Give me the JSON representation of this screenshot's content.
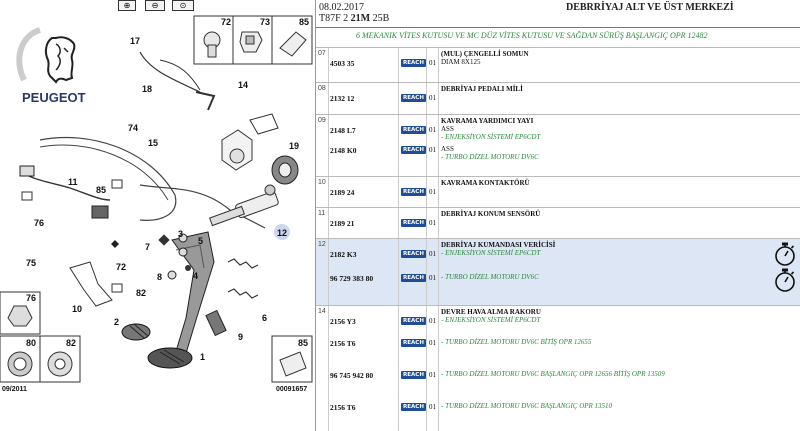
{
  "toolbar": {
    "buttons": [
      {
        "name": "zoom-in-button",
        "icon": "zoom-in-icon",
        "glyph": "⊕"
      },
      {
        "name": "zoom-out-button",
        "icon": "zoom-out-icon",
        "glyph": "⊖"
      },
      {
        "name": "zoom-fit-button",
        "icon": "zoom-fit-icon",
        "glyph": "⊙"
      }
    ]
  },
  "diagram": {
    "brand": "PEUGEOT",
    "date_code": "09/2011",
    "doc_code": "00091657",
    "callouts": [
      "17",
      "18",
      "14",
      "74",
      "15",
      "19",
      "11",
      "85",
      "76",
      "12",
      "7",
      "3",
      "5",
      "75",
      "72",
      "8",
      "4",
      "82",
      "10",
      "6",
      "2",
      "9",
      "1"
    ],
    "insets": [
      "72",
      "73",
      "85",
      "76",
      "80",
      "82",
      "85"
    ]
  },
  "header": {
    "date": "08.02.2017",
    "code_prefix": "T87F 2",
    "code_bold": "21M",
    "code_suffix": "25B",
    "title": "DEBRRİYAJ ALT VE ÜST MERKEZİ",
    "subtitle": "6 MEKANIK VİTES KUTUSU VE MC DÜZ VİTES KUTUSU VE SAĞDAN SÜRÜŞ BAŞLANGIÇ OPR 12482"
  },
  "reach_label": "REACH",
  "groups": [
    {
      "idx": "07",
      "rows": [
        {
          "ref": "4503 35",
          "qty": "01",
          "lines": [
            {
              "t": "title",
              "v": "(MUL) ÇENGELLİ SOMUN"
            },
            {
              "t": "plain",
              "v": "DIAM 8X125"
            }
          ]
        }
      ]
    },
    {
      "idx": "08",
      "rows": [
        {
          "ref": "2132 12",
          "qty": "01",
          "lines": [
            {
              "t": "title",
              "v": "DEBRİYAJ PEDALI MİLİ"
            }
          ]
        }
      ]
    },
    {
      "idx": "09",
      "rows": [
        {
          "ref": "2148 L7",
          "qty": "01",
          "lines": [
            {
              "t": "title",
              "v": "KAVRAMA YARDIMCI YAYI"
            },
            {
              "t": "plain",
              "v": "ASS"
            },
            {
              "t": "green",
              "v": "- ENJEKSİYON SİSTEMİ EP6CDT"
            }
          ]
        },
        {
          "ref": "2148 K0",
          "qty": "01",
          "lines": [
            {
              "t": "plain",
              "v": "ASS"
            },
            {
              "t": "green",
              "v": "- TURBO DİZEL MOTORU DV6C"
            }
          ]
        }
      ]
    },
    {
      "idx": "10",
      "rows": [
        {
          "ref": "2189 24",
          "qty": "01",
          "lines": [
            {
              "t": "title",
              "v": "KAVRAMA KONTAKTÖRÜ"
            }
          ]
        }
      ]
    },
    {
      "idx": "11",
      "rows": [
        {
          "ref": "2189 21",
          "qty": "01",
          "lines": [
            {
              "t": "title",
              "v": "DEBRİYAJ KONUM SENSÖRÜ"
            }
          ]
        }
      ]
    },
    {
      "idx": "12",
      "highlight": true,
      "rows": [
        {
          "ref": "2182 K3",
          "qty": "01",
          "lines": [
            {
              "t": "title",
              "v": "DEBRİYAJ KUMANDASI VERİCİSİ"
            },
            {
              "t": "green",
              "v": "- ENJEKSİYON SİSTEMİ EP6CDT"
            }
          ],
          "timer": true
        },
        {
          "ref": "96 729 383 80",
          "qty": "01",
          "lines": [
            {
              "t": "green",
              "v": "- TURBO DİZEL MOTORU DV6C"
            }
          ],
          "timer": true
        }
      ]
    },
    {
      "idx": "14",
      "rows": [
        {
          "ref": "2156 Y3",
          "qty": "01",
          "lines": [
            {
              "t": "title",
              "v": "DEVRE HAVA ALMA RAKORU"
            },
            {
              "t": "green",
              "v": "- ENJEKSİYON SİSTEMİ EP6CDT"
            }
          ]
        },
        {
          "ref": "2156 T6",
          "qty": "01",
          "lines": [
            {
              "t": "green",
              "v": "- TURBO DİZEL MOTORU DV6C BİTİŞ OPR 12655"
            }
          ]
        },
        {
          "ref": "96 745 942 80",
          "qty": "01",
          "lines": [
            {
              "t": "green",
              "v": "- TURBO DİZEL MOTORU DV6C BAŞLANGIÇ OPR 12656 BİTİŞ OPR 13509"
            }
          ]
        },
        {
          "ref": "2156 T6",
          "qty": "01",
          "lines": [
            {
              "t": "green",
              "v": "- TURBO DİZEL MOTORU DV6C BAŞLANGIÇ OPR 13510"
            }
          ]
        }
      ]
    }
  ]
}
